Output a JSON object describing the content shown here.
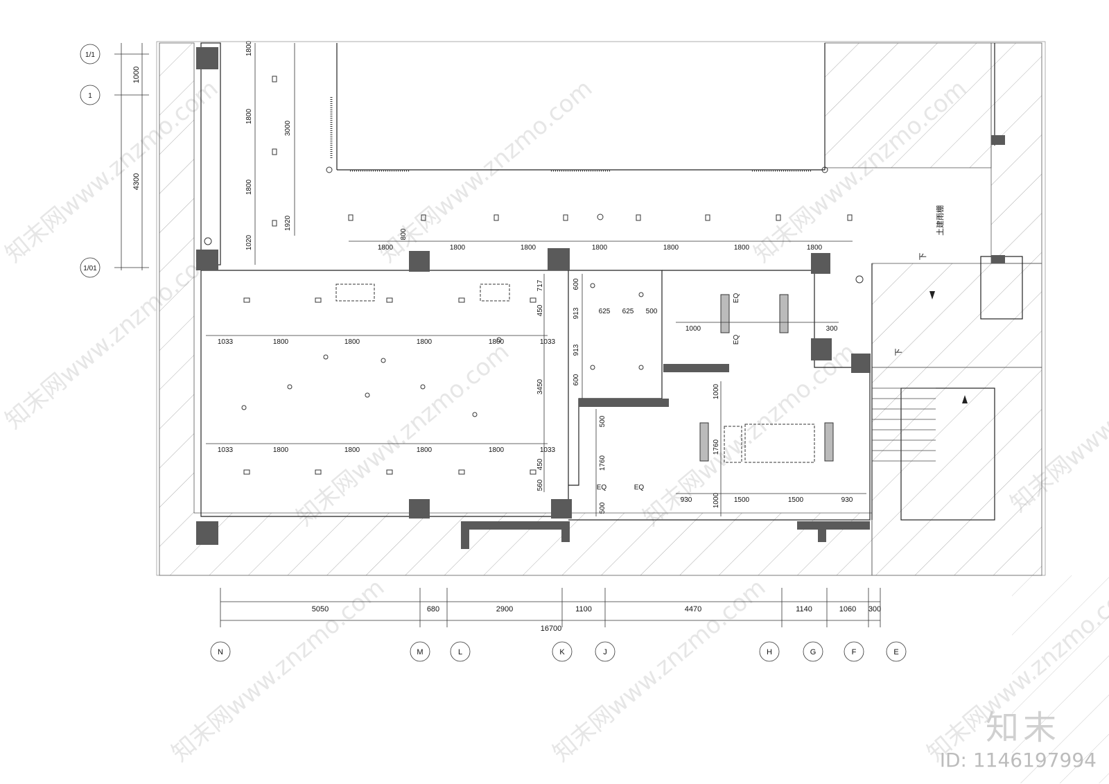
{
  "watermarks": {
    "text": "知末网www.znzmo.com"
  },
  "brand": {
    "logo": "知末",
    "id_text": "ID: 1146197994"
  },
  "grid_axes": {
    "vertical": [
      "N",
      "M",
      "L",
      "K",
      "J",
      "H",
      "G",
      "F",
      "E"
    ],
    "horizontal": [
      "1/1",
      "1",
      "1/01"
    ]
  },
  "bottom_dimensions": {
    "segments": [
      "5050",
      "680",
      "2900",
      "1100",
      "4470",
      "1140",
      "1060",
      "300"
    ],
    "total": "16700"
  },
  "left_dimensions": [
    "1000",
    "4300"
  ],
  "top_strip_dimensions": {
    "col_a": [
      "1800",
      "1800",
      "1800",
      "1020"
    ],
    "col_b": [
      "3000",
      "1920"
    ],
    "horizontal": [
      "1800",
      "1800",
      "1800",
      "1800",
      "1800",
      "1800",
      "1800"
    ],
    "offset": "800"
  },
  "main_room_dimensions": {
    "row_top": [
      "1033",
      "1800",
      "1800",
      "1800",
      "1800",
      "1033"
    ],
    "row_bottom": [
      "1033",
      "1800",
      "1800",
      "1800",
      "1800",
      "1033"
    ],
    "right_side": [
      "717",
      "450",
      "3450",
      "450",
      "560"
    ]
  },
  "middle_room_dimensions": {
    "vertical": [
      "600",
      "913",
      "913",
      "600"
    ],
    "horizontal": [
      "625",
      "625",
      "500"
    ],
    "lower": [
      "500",
      "1760",
      "500"
    ],
    "eq": [
      "EQ",
      "EQ"
    ]
  },
  "right_room_dimensions": {
    "upper": [
      "1000",
      "300"
    ],
    "upper_eq": [
      "EQ",
      "EQ"
    ],
    "lower_vertical": [
      "1000",
      "1760",
      "1000"
    ],
    "lower_horizontal": [
      "930",
      "1500",
      "1500",
      "930"
    ]
  },
  "annotations": {
    "canopy": "土建雨棚",
    "down_1": "下",
    "down_2": "下"
  }
}
